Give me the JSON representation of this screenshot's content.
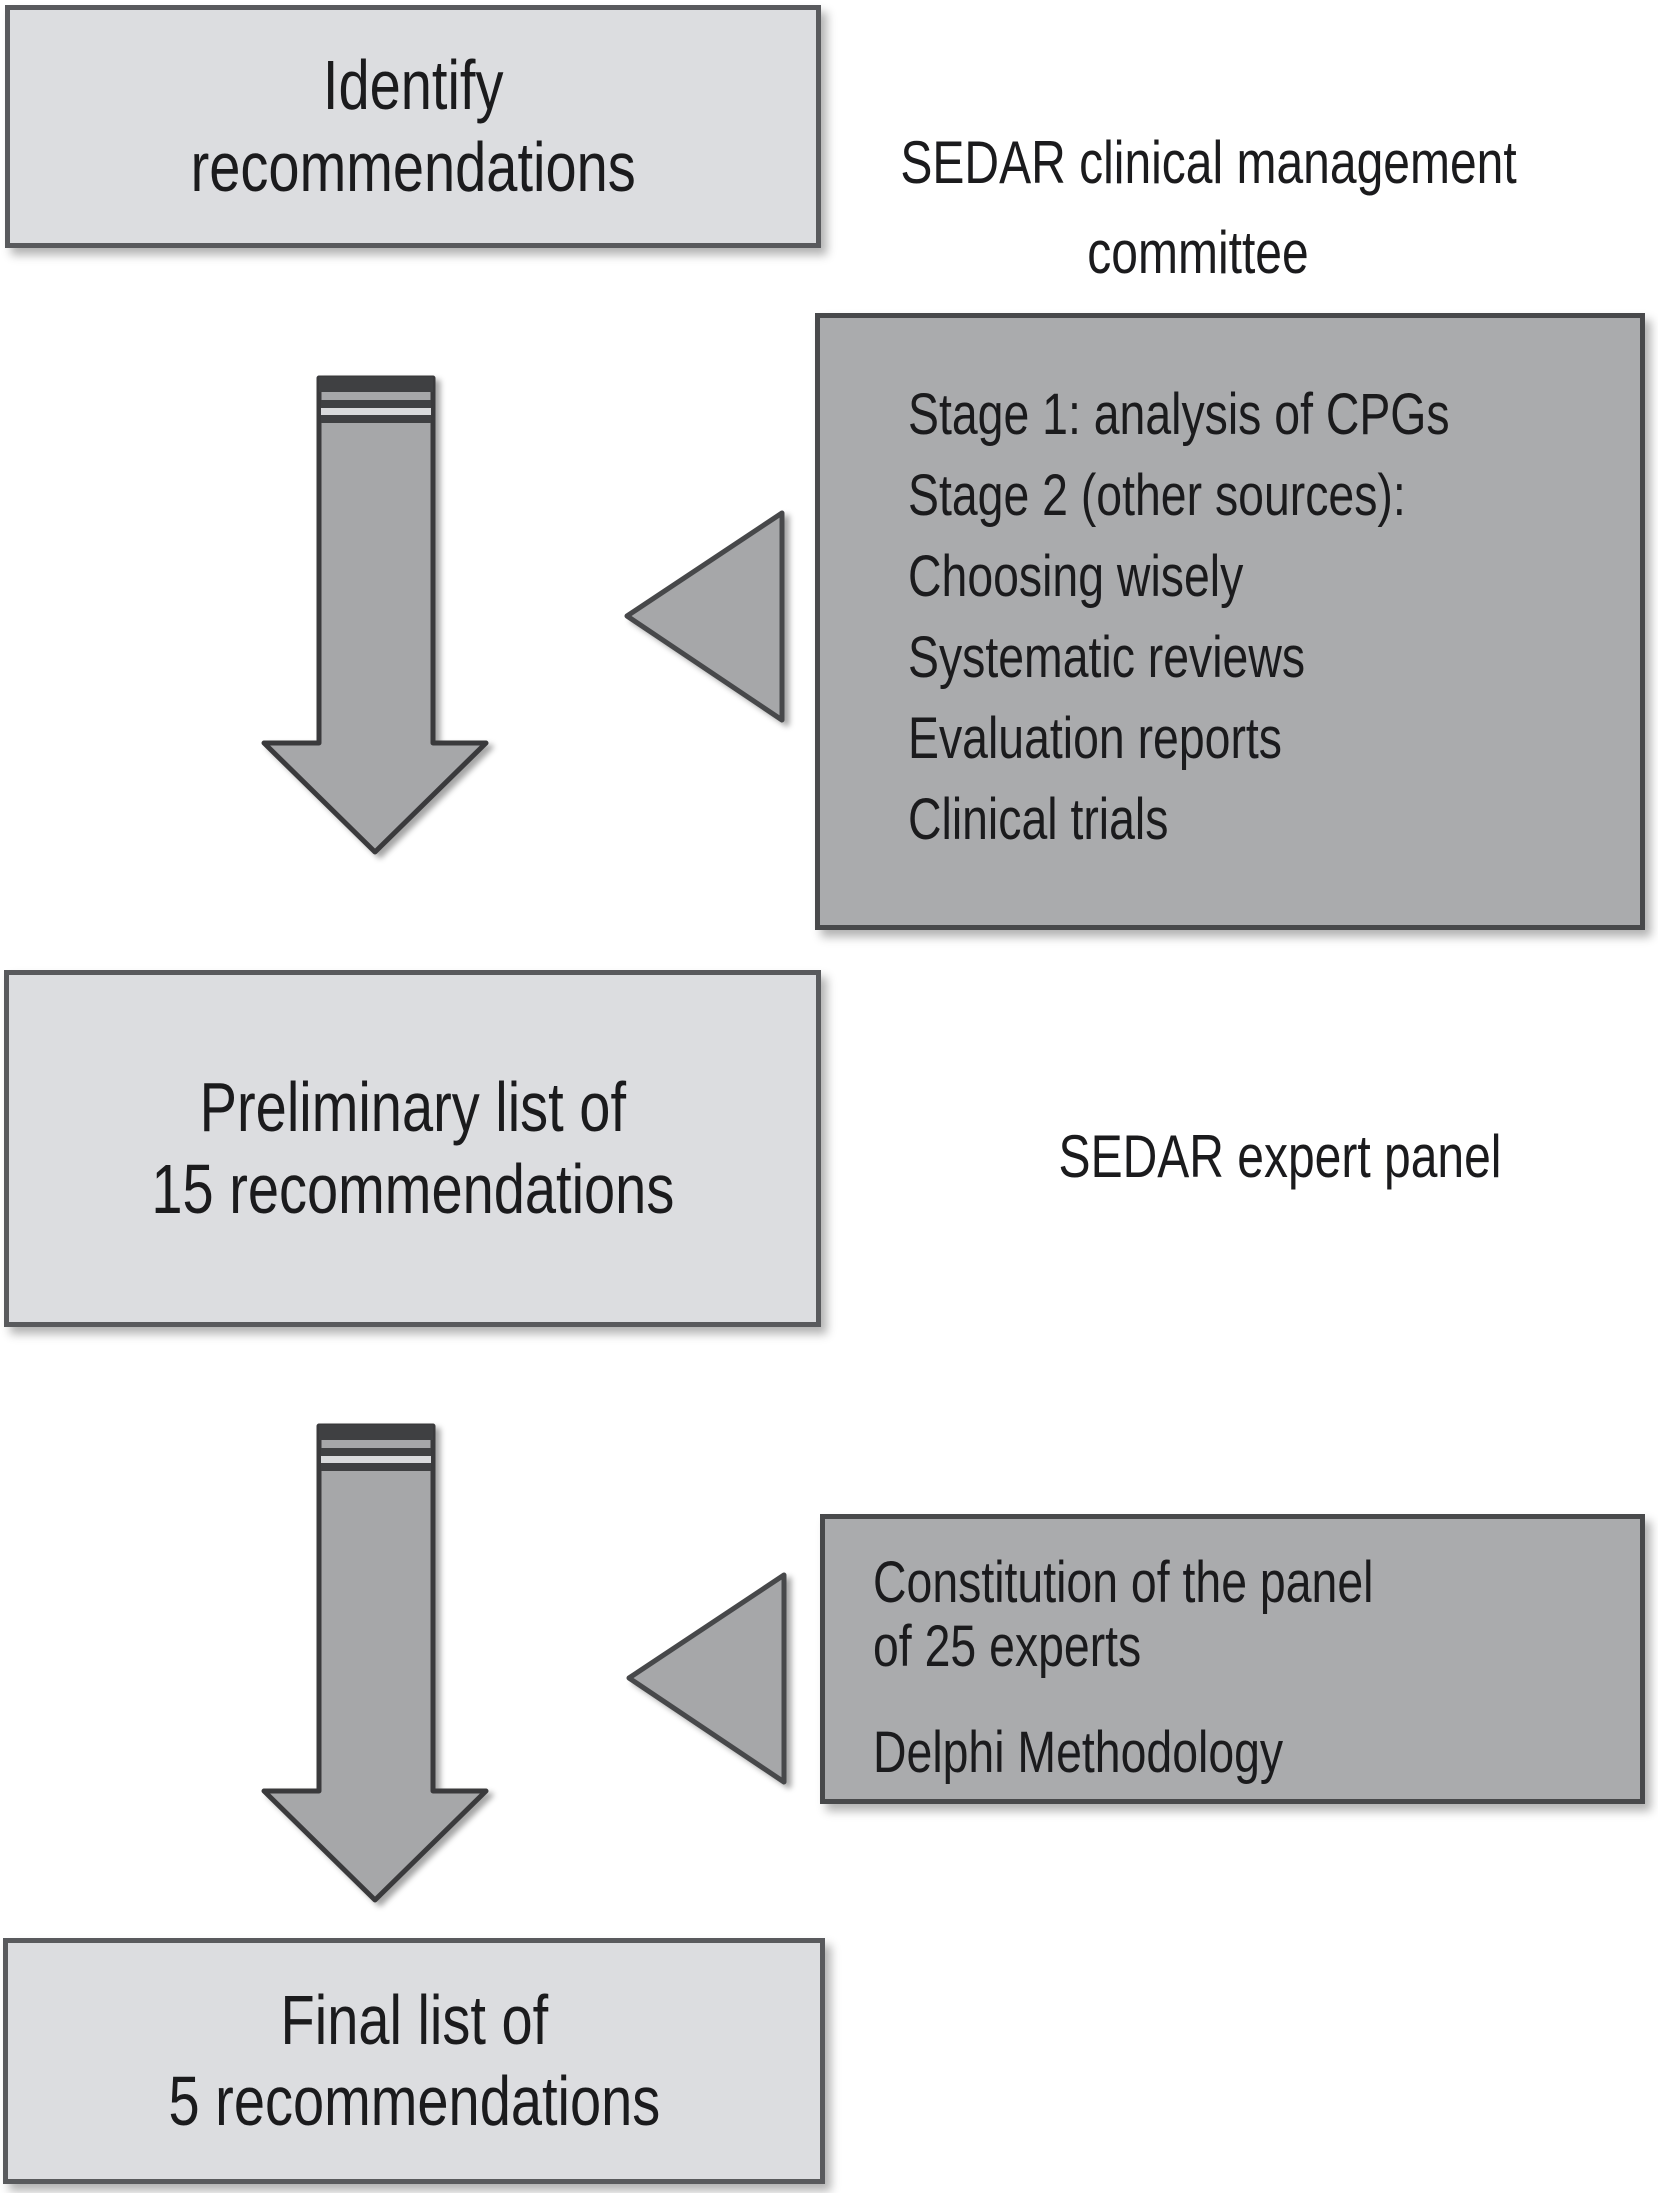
{
  "figure": {
    "boxes": {
      "identify": {
        "line1": "Identify",
        "line2": "recommendations"
      },
      "preliminary": {
        "line1": "Preliminary list of",
        "line2": "15 recommendations"
      },
      "final": {
        "line1": "Final list of",
        "line2": "5 recommendations"
      }
    },
    "labels": {
      "committee_line1": "SEDAR clinical management",
      "committee_line2": "committee",
      "expert_panel": "SEDAR expert panel"
    },
    "stage_box": {
      "lines": [
        "Stage 1: analysis of CPGs",
        "Stage 2 (other sources):",
        "Choosing wisely",
        "Systematic reviews",
        "Evaluation reports",
        "Clinical trials"
      ]
    },
    "panel_box": {
      "lines": [
        "Constitution of the panel",
        "of 25 experts",
        "Delphi Methodology"
      ]
    },
    "icons": {
      "down_arrow": "down-arrow-icon",
      "left_triangle": "left-triangle-icon"
    },
    "colors": {
      "light_box_fill": "#dcdde0",
      "light_box_border": "#595a5d",
      "dark_box_fill": "#aaabad",
      "dark_box_border": "#48494b",
      "shape_fill": "#a6a7a9",
      "shape_outline": "#3a3a3c",
      "text": "#1b1b1d",
      "background": "#ffffff"
    }
  }
}
